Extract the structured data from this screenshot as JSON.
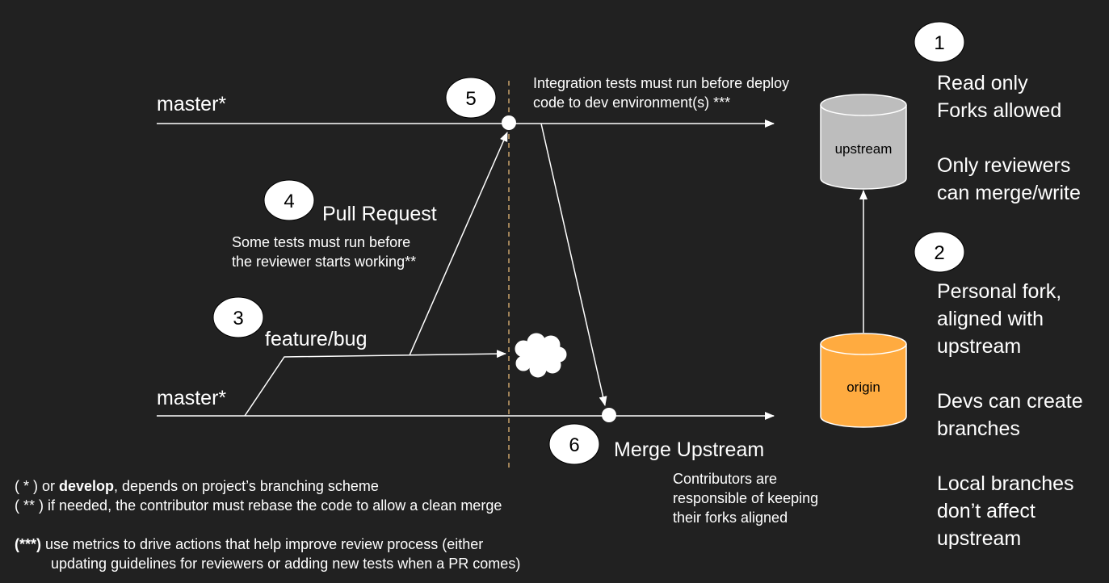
{
  "diagram": {
    "top_branch_label": "master*",
    "bottom_branch_label": "master*",
    "feature_label": "feature/bug",
    "pull_request_label": "Pull Request",
    "pull_request_note_line1": "Some tests must run before",
    "pull_request_note_line2": "the reviewer starts working**",
    "integration_note_line1": "Integration tests must run before deploy",
    "integration_note_line2": "code to dev environment(s) ***",
    "merge_upstream_label": "Merge Upstream",
    "merge_note_line1": "Contributors are",
    "merge_note_line2": "responsible of keeping",
    "merge_note_line3": "their forks aligned",
    "step_numbers": [
      "1",
      "2",
      "3",
      "4",
      "5",
      "6"
    ]
  },
  "repos": {
    "upstream": {
      "label": "upstream",
      "color": "#bdbdbd"
    },
    "origin": {
      "label": "origin",
      "color": "#ffab40"
    }
  },
  "side_panel": {
    "upstream_desc_line1": "Read only",
    "upstream_desc_line2": "Forks allowed",
    "upstream_desc_line3": "Only reviewers",
    "upstream_desc_line4": "can merge/write",
    "origin_desc_line1": "Personal fork,",
    "origin_desc_line2": "aligned with",
    "origin_desc_line3": "upstream",
    "origin_desc_line4": "Devs can create",
    "origin_desc_line5": "branches",
    "origin_desc_line6": "Local branches",
    "origin_desc_line7": "don’t affect",
    "origin_desc_line8": "upstream"
  },
  "footnotes": {
    "star_prefix": "( * ) or ",
    "star_bold": "develop",
    "star_suffix": ", depends on project’s branching scheme",
    "double_star": "( ** ) if needed, the contributor must rebase the code to allow a clean merge",
    "triple_star_prefix": "(***)",
    "triple_star_line1": " use metrics to drive actions that help improve review process (either",
    "triple_star_line2": "updating guidelines for reviewers or adding new tests when a PR comes)"
  },
  "colors": {
    "background": "#212121",
    "foreground": "#ffffff",
    "dashed_line": "#c9a36b",
    "upstream": "#bdbdbd",
    "origin": "#ffab40"
  }
}
